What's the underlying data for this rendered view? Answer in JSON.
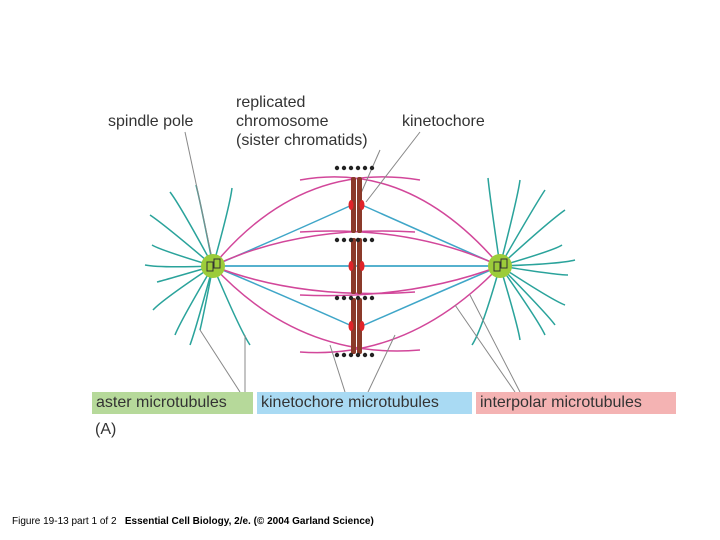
{
  "labels": {
    "spindle_pole": "spindle pole",
    "replicated_line1": "replicated",
    "replicated_line2": "chromosome",
    "replicated_line3": "(sister chromatids)",
    "kinetochore": "kinetochore"
  },
  "legend": {
    "aster": "aster microtubules",
    "kinetochore_mt": "kinetochore microtubules",
    "interpolar": "interpolar microtubules"
  },
  "panel_label": "(A)",
  "caption": {
    "figure": "Figure 19-13 part 1 of 2",
    "source": "Essential Cell Biology, 2/e. (© 2004 Garland Science)"
  },
  "colors": {
    "aster": "#2aa39b",
    "kinetochore_mt": "#3fa6c8",
    "interpolar": "#d2479a",
    "chromosome": "#8b3a2a",
    "kinetochore": "#e0242a",
    "pole": "#9ccc3a",
    "aster_key_bg": "#b6d99a",
    "kinetochore_key_bg": "#a9daf3",
    "interpolar_key_bg": "#f4b3b3"
  }
}
